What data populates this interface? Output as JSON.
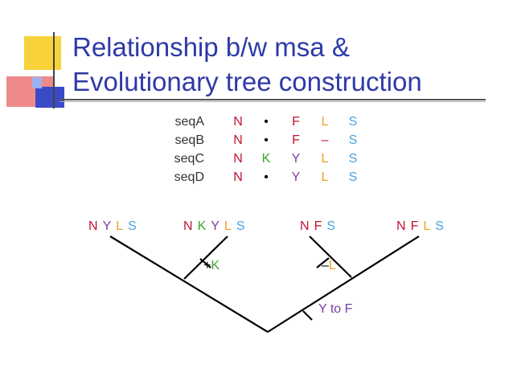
{
  "title": {
    "line1": "Relationship b/w msa &",
    "line2": "Evolutionary tree construction"
  },
  "colors": {
    "N": "#c41230",
    "K": "#3aa62a",
    "F": "#c41230",
    "Y": "#7b3fa0",
    "L": "#f2a01f",
    "S": "#4aa3df",
    "gap": "#c41230",
    "title": "#2e3aa8"
  },
  "alignment": {
    "rows": [
      {
        "name": "seqA",
        "residues": [
          "N",
          "•",
          "F",
          "L",
          "S"
        ]
      },
      {
        "name": "seqB",
        "residues": [
          "N",
          "•",
          "F",
          "–",
          "S"
        ]
      },
      {
        "name": "seqC",
        "residues": [
          "N",
          "K",
          "Y",
          "L",
          "S"
        ]
      },
      {
        "name": "seqD",
        "residues": [
          "N",
          "•",
          "Y",
          "L",
          "S"
        ]
      }
    ]
  },
  "tree": {
    "leaves": [
      {
        "residues": [
          "N",
          "Y",
          "L",
          "S"
        ]
      },
      {
        "residues": [
          "N",
          "K",
          "Y",
          "L",
          "S"
        ]
      },
      {
        "residues": [
          "N",
          "F",
          "S"
        ]
      },
      {
        "residues": [
          "N",
          "F",
          "L",
          "S"
        ]
      }
    ],
    "annotations": [
      {
        "prefix": "+",
        "residue": "K"
      },
      {
        "prefix": "–",
        "residue": "L"
      },
      {
        "prefix": "",
        "residue": "Y to F"
      }
    ]
  }
}
